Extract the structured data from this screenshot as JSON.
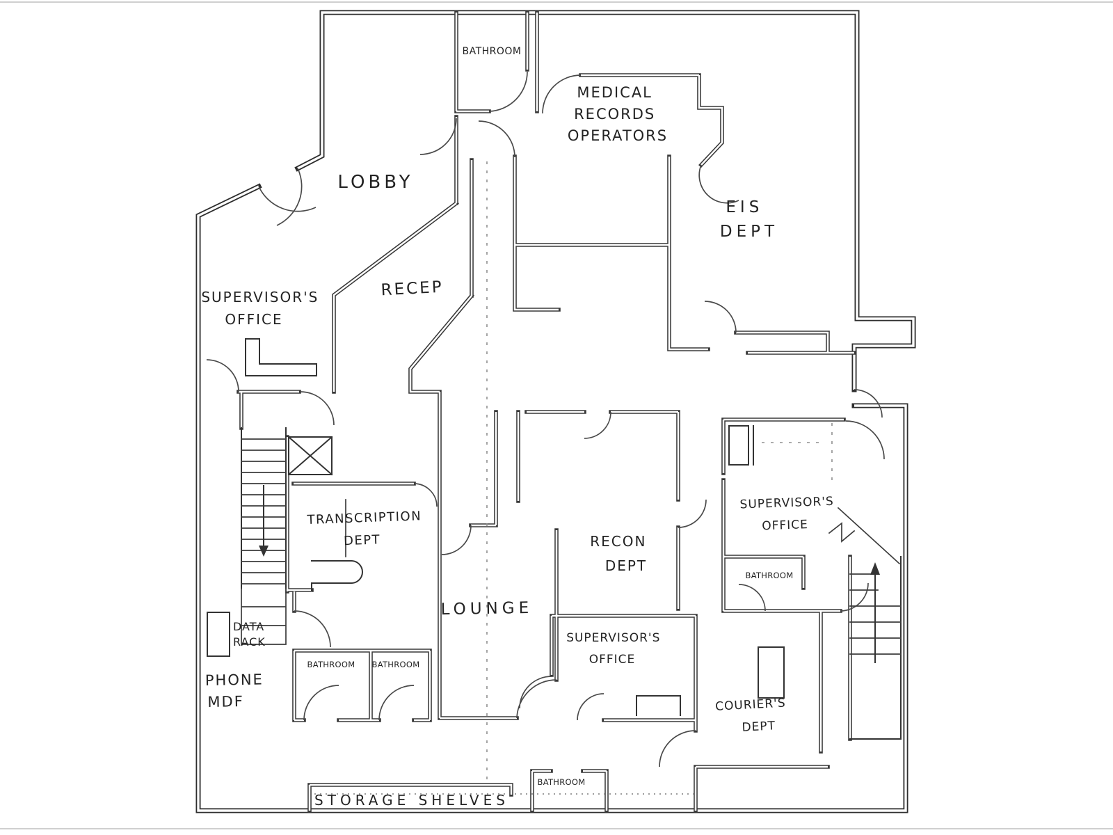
{
  "page": {
    "background": "#ffffff",
    "ink_color": "#2e2e2e",
    "door_arc_color": "#4a4a4a",
    "guide_line_color": "#8f8f8f",
    "scan_edge_color": "#cfcfcf"
  },
  "labels": {
    "bathroom_top": [
      "BATHROOM"
    ],
    "medical_records_operators": [
      "MEDICAL",
      "RECORDS",
      "OPERATORS"
    ],
    "lobby": [
      "LOBBY"
    ],
    "eis_dept": [
      "EIS",
      "DEPT"
    ],
    "supervisors_office_left": [
      "SUPERVISOR'S",
      "OFFICE"
    ],
    "recep": [
      "RECEP"
    ],
    "transcription_dept": [
      "TRANSCRIPTION",
      "DEPT"
    ],
    "recon_dept": [
      "RECON",
      "DEPT"
    ],
    "lounge": [
      "LOUNGE"
    ],
    "supervisors_office_right": [
      "SUPERVISOR'S",
      "OFFICE"
    ],
    "supervisors_office_center": [
      "SUPERVISOR'S",
      "OFFICE"
    ],
    "bathroom_right": [
      "BATHROOM"
    ],
    "data_rack": [
      "DATA",
      "RACK"
    ],
    "phone_mdf": [
      "PHONE",
      "MDF"
    ],
    "bathroom_left_1": [
      "BATHROOM"
    ],
    "bathroom_left_2": [
      "BATHROOM"
    ],
    "couriers_dept": [
      "COURIER'S",
      "DEPT"
    ],
    "storage_shelves": [
      "STORAGE  SHELVES"
    ],
    "bathroom_bottom": [
      "BATHROOM"
    ]
  },
  "stairs": [
    {
      "id": "west-stairwell",
      "arrow_direction": "down"
    },
    {
      "id": "east-stairwell",
      "arrow_direction": "up"
    }
  ]
}
